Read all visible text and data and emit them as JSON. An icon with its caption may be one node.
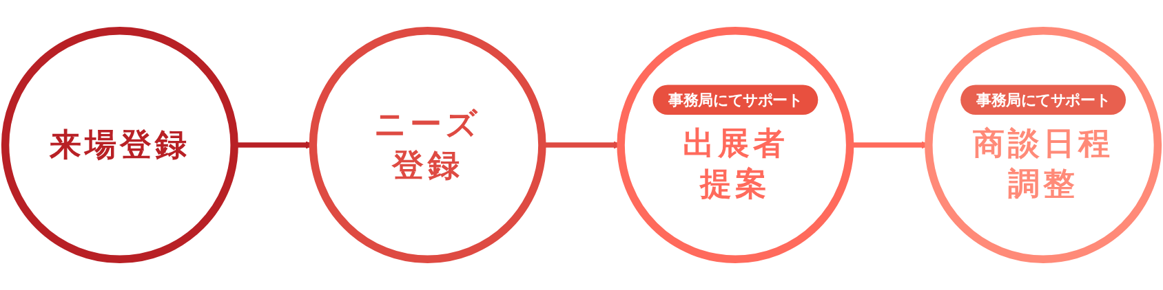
{
  "diagram": {
    "nodes": [
      {
        "text": [
          "来場登録"
        ]
      },
      {
        "text": [
          "ニーズ登録"
        ]
      },
      {
        "text": [
          "事務局にてサポート",
          "出展者提案"
        ]
      },
      {
        "text": [
          "事務局にてサポート",
          "商談日程調整"
        ]
      }
    ],
    "edges": [
      {
        "from": 0,
        "to": 1,
        "arrow": "to",
        "color": "#b82025"
      },
      {
        "from": 1,
        "to": 2,
        "arrow": "to",
        "color": "#de4a42"
      },
      {
        "from": 2,
        "to": 3,
        "arrow": "to",
        "color": "#ff6a5c"
      }
    ]
  }
}
